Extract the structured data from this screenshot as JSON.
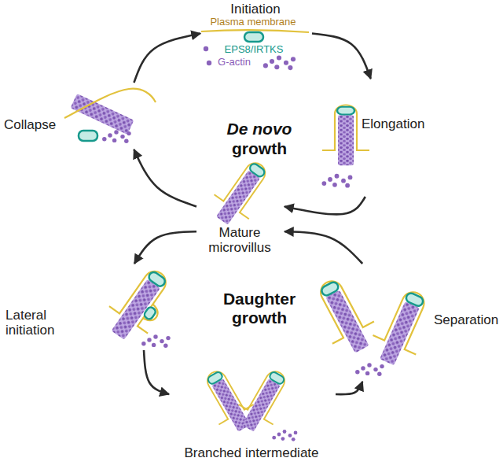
{
  "diagram": {
    "nodes": [
      {
        "text": [
          "Initiation"
        ]
      },
      {
        "text": [
          "Elongation"
        ]
      },
      {
        "text": [
          "Mature microvillus"
        ]
      },
      {
        "text": [
          "Collapse"
        ]
      },
      {
        "text": [
          "Lateral initiation"
        ]
      },
      {
        "text": [
          "Branched intermediate"
        ]
      },
      {
        "text": [
          "Separation"
        ]
      }
    ],
    "edges": [
      {
        "from": 0,
        "to": 1,
        "arrow": "to"
      },
      {
        "from": 1,
        "to": 2,
        "arrow": "to"
      },
      {
        "from": 2,
        "to": 3,
        "arrow": "to"
      },
      {
        "from": 3,
        "to": 0,
        "arrow": "to"
      },
      {
        "from": 2,
        "to": 4,
        "arrow": "to"
      },
      {
        "from": 4,
        "to": 5,
        "arrow": "to"
      },
      {
        "from": 5,
        "to": 6,
        "arrow": "to"
      },
      {
        "from": 6,
        "to": 2,
        "arrow": "to"
      }
    ],
    "labels": [
      "Plasma membrane",
      "EPS8/IRTKS",
      "G-actin",
      "De novo",
      "growth",
      "Daughter growth"
    ]
  }
}
